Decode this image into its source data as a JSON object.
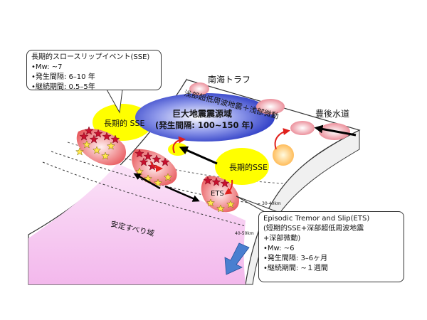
{
  "callouts": {
    "sse": {
      "title": "長期的スロースリップイベント(SSE)",
      "lines": [
        "•Mw: ~7",
        "•発生間隔: 6–10 年",
        "•継続期間: 0.5–5年"
      ]
    },
    "ets": {
      "title": "Episodic Tremor and Slip(ETS)",
      "lines": [
        "(短期的SSE+深部超低周波地震",
        "+深部微動)",
        "•Mw: ~6",
        "•発生間隔: 3–6ヶ月",
        "•継続期間: ~１週間"
      ]
    }
  },
  "labels": {
    "nankai_trough": "南海トラフ",
    "shallow_events": "浅部超低周波地震＋浅部微動",
    "bungo_channel": "豊後水道",
    "long_term_sse_1": "長期的 SSE",
    "long_term_sse_2": "長期的SSE",
    "megaquake_line1": "巨大地震震源域",
    "megaquake_line2": "(発生間隔: 100~150 年)",
    "ets": "ETS",
    "stable_slip": "安定すべり域",
    "depth_30_40": "30-40km",
    "depth_40_50": "40-50km"
  },
  "colors": {
    "plate_pink": "#f6c6f0",
    "sse_yellow": "#ffff00",
    "megaquake_blue": "#1f2fc0",
    "ets_red": "#e8585c",
    "star_red": "#c8102e",
    "star_yellow": "#ffe84a",
    "arrow_blue": "#4a7fd0"
  }
}
